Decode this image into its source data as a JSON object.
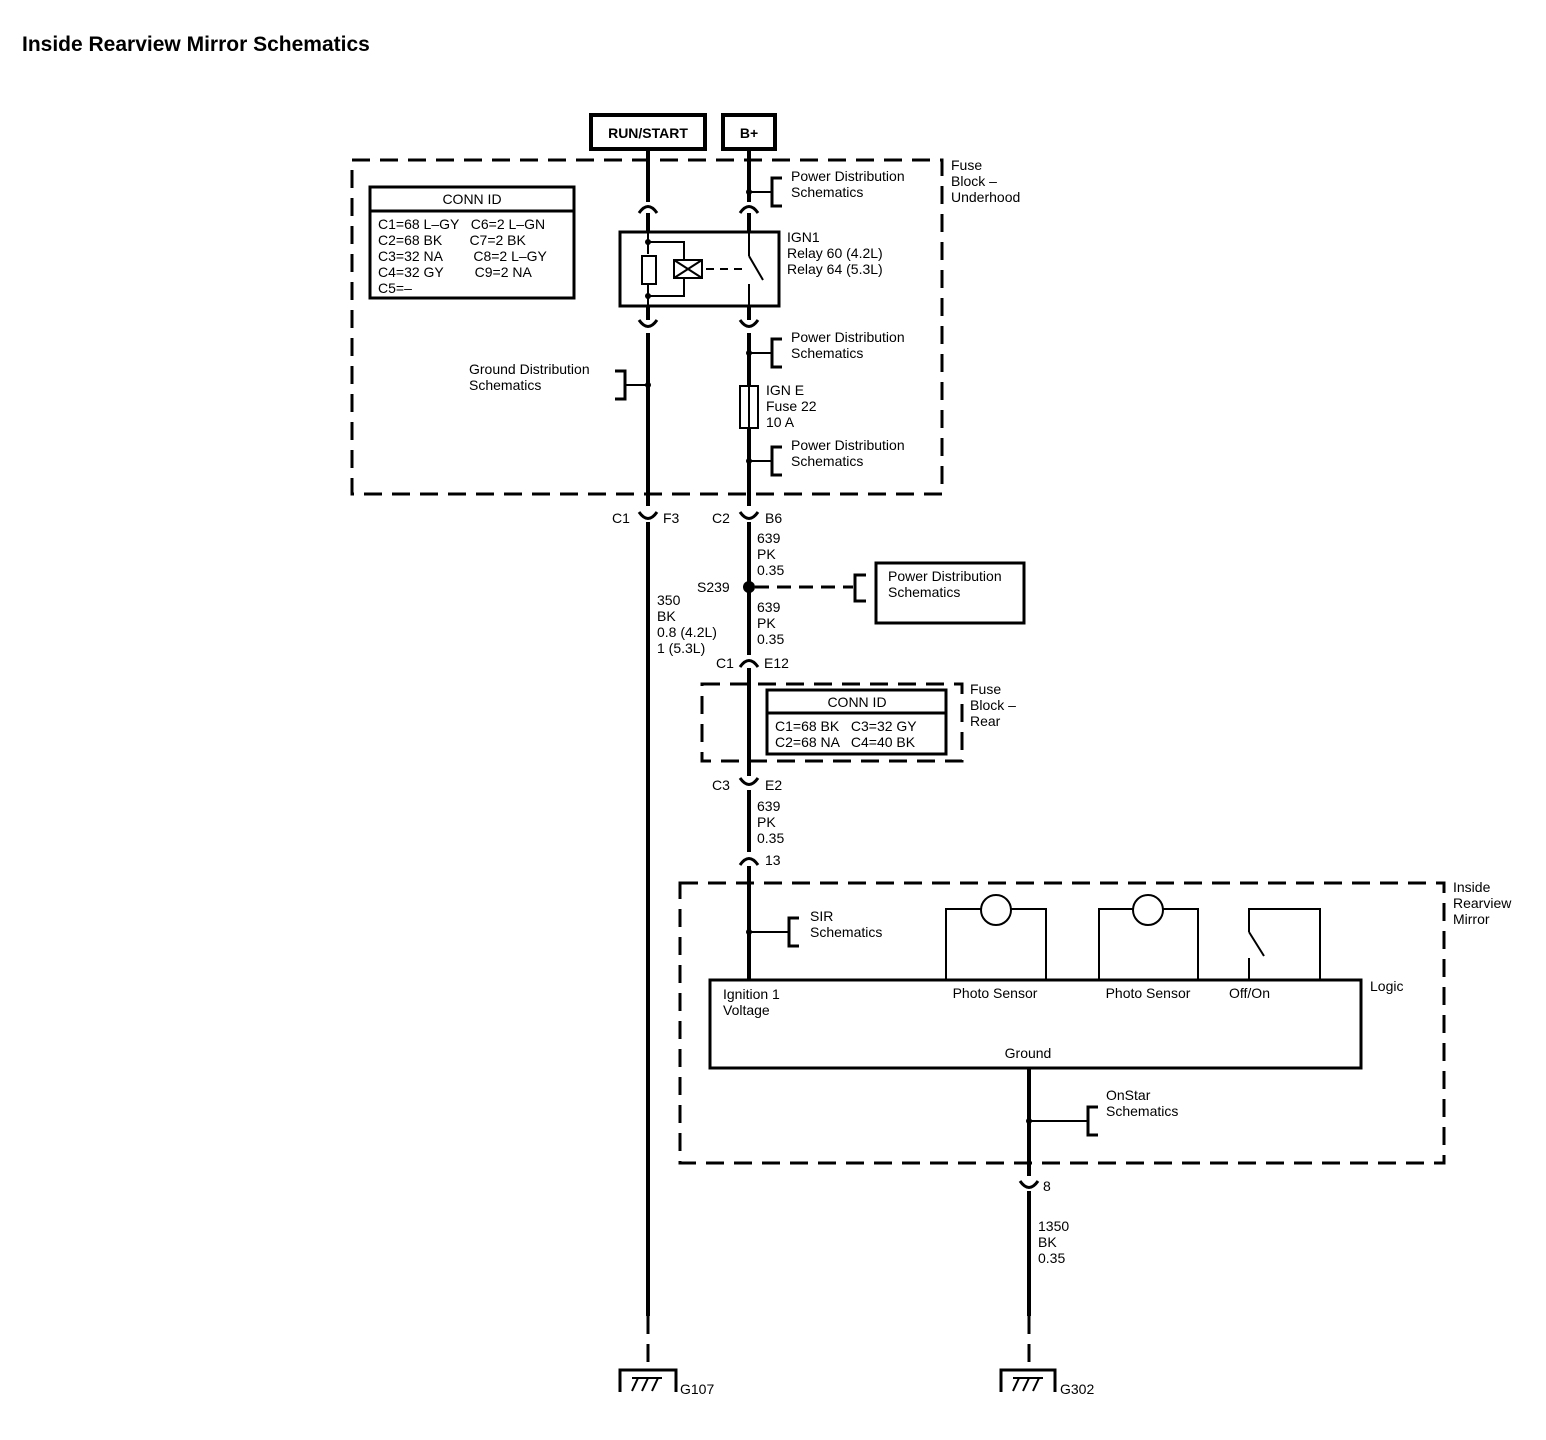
{
  "title": "Inside Rearview Mirror Schematics",
  "power": {
    "run_start": "RUN/START",
    "b_plus": "B+"
  },
  "fuse_block_underhood": {
    "label": [
      "Fuse",
      "Block –",
      "Underhood"
    ],
    "conn_id": {
      "header": "CONN ID",
      "rows": [
        "C1=68 L–GY   C6=2 L–GN",
        "C2=68 BK       C7=2 BK",
        "C3=32 NA        C8=2 L–GY",
        "C4=32 GY        C9=2 NA",
        "C5=–"
      ]
    },
    "relay": [
      "IGN1",
      "Relay 60 (4.2L)",
      "Relay 64 (5.3L)"
    ],
    "fuse": [
      "IGN E",
      "Fuse 22",
      "10 A"
    ],
    "pdist_1": [
      "Power Distribution",
      "Schematics"
    ],
    "pdist_2": [
      "Power Distribution",
      "Schematics"
    ],
    "pdist_3": [
      "Power Distribution",
      "Schematics"
    ],
    "ground_dist": [
      "Ground Distribution",
      "Schematics"
    ]
  },
  "connectors": {
    "c1_left": "C1",
    "c1_right": "F3",
    "c2_left": "C2",
    "c2_right": "B6",
    "c1b_left": "C1",
    "c1b_right": "E12",
    "c3_left": "C3",
    "c3_right": "E2",
    "mirror_pin_13": "13",
    "mirror_pin_8": "8"
  },
  "wires": {
    "w639_a": [
      "639",
      "PK",
      "0.35"
    ],
    "w639_b": [
      "639",
      "PK",
      "0.35"
    ],
    "w639_c": [
      "639",
      "PK",
      "0.35"
    ],
    "w350": [
      "350",
      "BK",
      "0.8 (4.2L)",
      "1 (5.3L)"
    ],
    "w1350": [
      "1350",
      "BK",
      "0.35"
    ]
  },
  "splice": {
    "label": "S239",
    "box": [
      "Power Distribution",
      "Schematics"
    ]
  },
  "fuse_block_rear": {
    "label": [
      "Fuse",
      "Block –",
      "Rear"
    ],
    "conn_id": {
      "header": "CONN ID",
      "rows": [
        "C1=68 BK   C3=32 GY",
        "C2=68 NA   C4=40 BK"
      ]
    }
  },
  "mirror": {
    "label": [
      "Inside",
      "Rearview",
      "Mirror"
    ],
    "sir": [
      "SIR",
      "Schematics"
    ],
    "logic": "Logic",
    "ignition": [
      "Ignition 1",
      "Voltage"
    ],
    "photo1": "Photo Sensor",
    "photo2": "Photo Sensor",
    "offon": "Off/On",
    "ground": "Ground",
    "onstar": [
      "OnStar",
      "Schematics"
    ]
  },
  "grounds": {
    "g107": "G107",
    "g302": "G302"
  }
}
